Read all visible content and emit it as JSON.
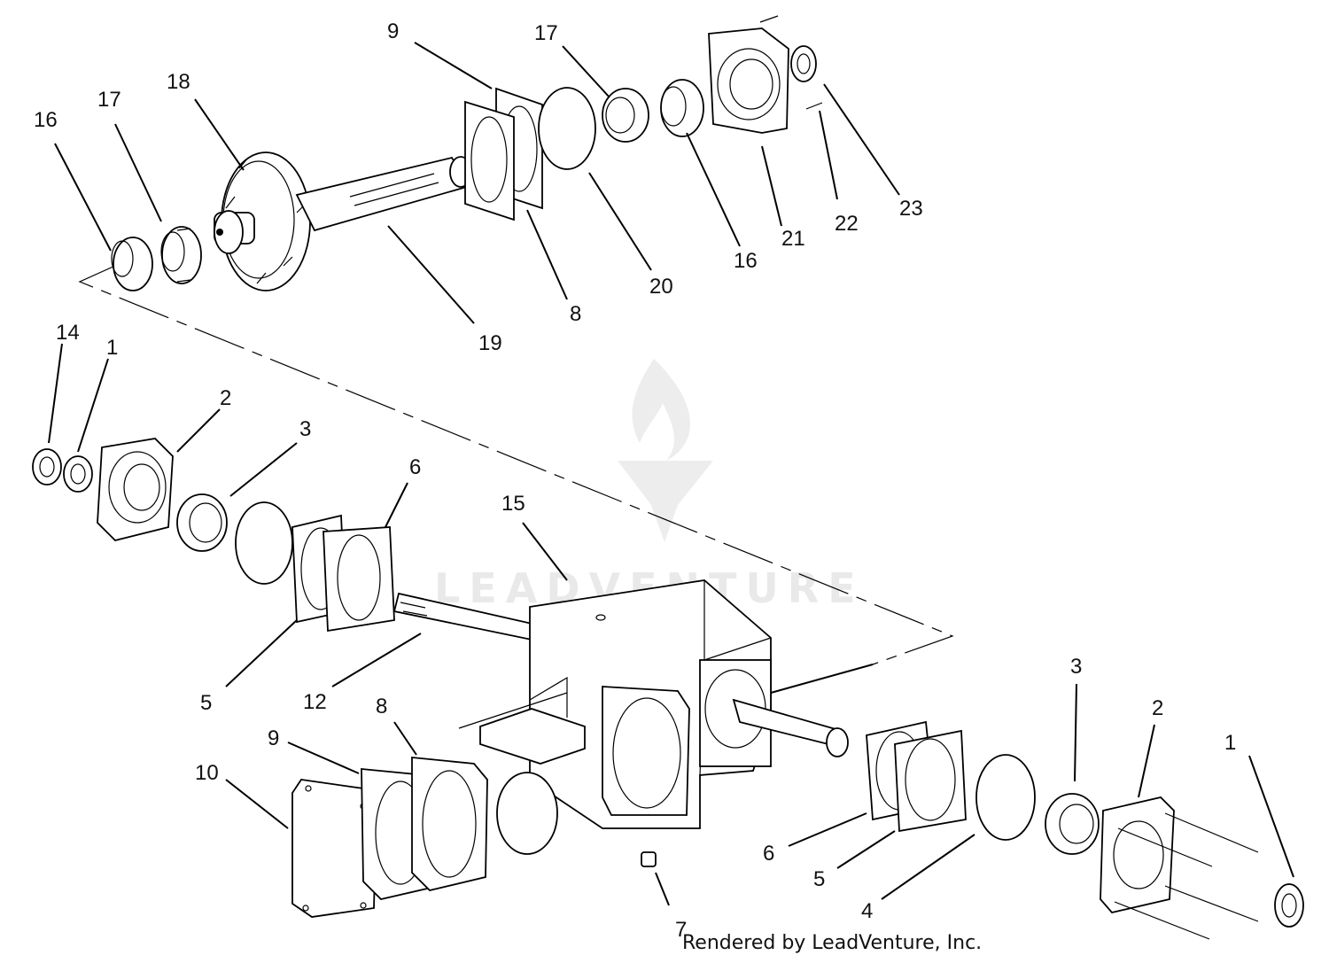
{
  "diagram": {
    "callouts": {
      "c16a": "16",
      "c17a": "17",
      "c18": "18",
      "c9a": "9",
      "c17b": "17",
      "c19": "19",
      "c8a": "8",
      "c20": "20",
      "c16b": "16",
      "c21": "21",
      "c22": "22",
      "c23": "23",
      "c14": "14",
      "c1a": "1",
      "c2a": "2",
      "c3a": "3",
      "c6a": "6",
      "c15": "15",
      "c5a": "5",
      "c12": "12",
      "c8b": "8",
      "c9b": "9",
      "c10": "10",
      "c7": "7",
      "c6b": "6",
      "c5b": "5",
      "c4": "4",
      "c3b": "3",
      "c2b": "2",
      "c1b": "1"
    },
    "watermark": "LEADVENTURE",
    "footer": "Rendered by LeadVenture, Inc."
  }
}
